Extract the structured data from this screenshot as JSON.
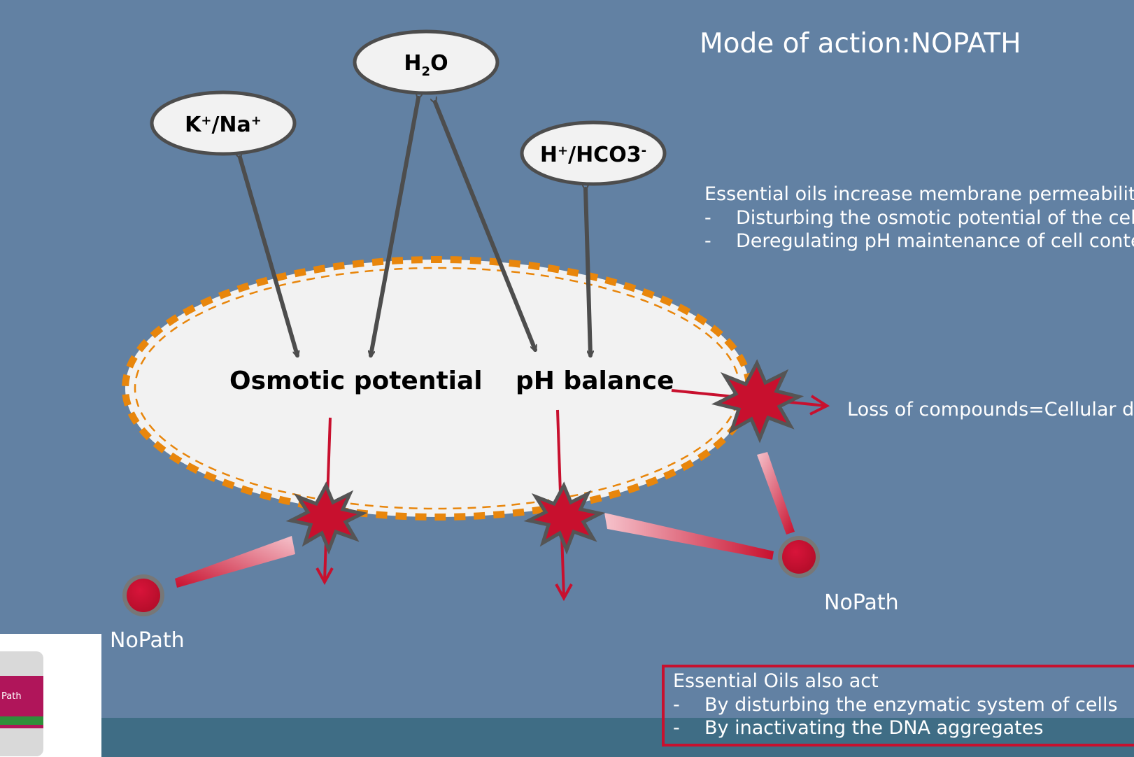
{
  "title": {
    "main": "Mode of action",
    "sep": ":",
    "product": "NOPATH"
  },
  "ions": {
    "k_na": {
      "k": "K",
      "sup1": "+",
      "sep": "/",
      "na": "Na",
      "sup2": "+"
    },
    "h2o": {
      "h": "H",
      "sub": "2",
      "o": "O"
    },
    "h_hco3": {
      "h": "H",
      "sup1": "+",
      "sep": "/",
      "hco3": "HCO3",
      "sup2": "-"
    }
  },
  "cell": {
    "osmotic": "Osmotic potential",
    "ph": "pH balance"
  },
  "agents": [
    {
      "label": "NoPath"
    },
    {
      "label": "NoPath"
    }
  ],
  "membrane_text": {
    "intro": "Essential oils increase membrane permeability",
    "items": [
      {
        "dash": "-",
        "text": "Disturbing the osmotic potential of the cell"
      },
      {
        "dash": "-",
        "text": "Deregulating pH maintenance of cell content"
      }
    ]
  },
  "loss": {
    "text": "Loss of compounds",
    "eq": "=",
    "result": "Cellular death"
  },
  "callout": {
    "intro": "Essential Oils also act",
    "items": [
      {
        "dash": "-",
        "text": "By disturbing the enzymatic system of cells"
      },
      {
        "dash": "-",
        "text": "By inactivating the DNA aggregates"
      }
    ]
  },
  "product": {
    "label": "Path"
  },
  "colors": {
    "background": "#6281a3",
    "band": "#3f6d85",
    "accent_red": "#c8102e",
    "membrane_orange": "#e8860c",
    "arrow_gray": "#4d4d4d"
  }
}
